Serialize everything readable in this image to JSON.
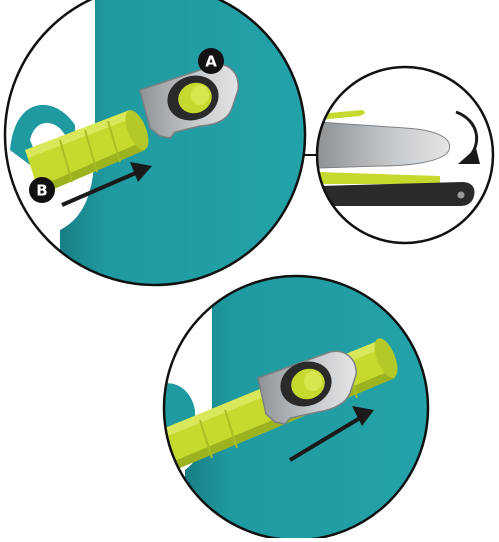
{
  "colors": {
    "background": "#ffffff",
    "outline": "#111111",
    "teal_body": "#1f9aa0",
    "teal_shadow": "#177f85",
    "strap_green": "#c6d92e",
    "strap_dark_green": "#9db21f",
    "buckle_gray": "#b9bcbf",
    "buckle_dark": "#2a2a2a",
    "arrow": "#1a1a1a",
    "badge": "#111111",
    "badge_text": "#ffffff"
  },
  "panels": [
    {
      "id": "panel-top-left",
      "description_icon": "strap-insert-detail-icon"
    },
    {
      "id": "panel-top-right",
      "description_icon": "buckle-clip-side-view-icon"
    },
    {
      "id": "panel-bottom",
      "description_icon": "strap-tightened-detail-icon"
    }
  ],
  "markers": {
    "a": "A",
    "b": "B"
  }
}
